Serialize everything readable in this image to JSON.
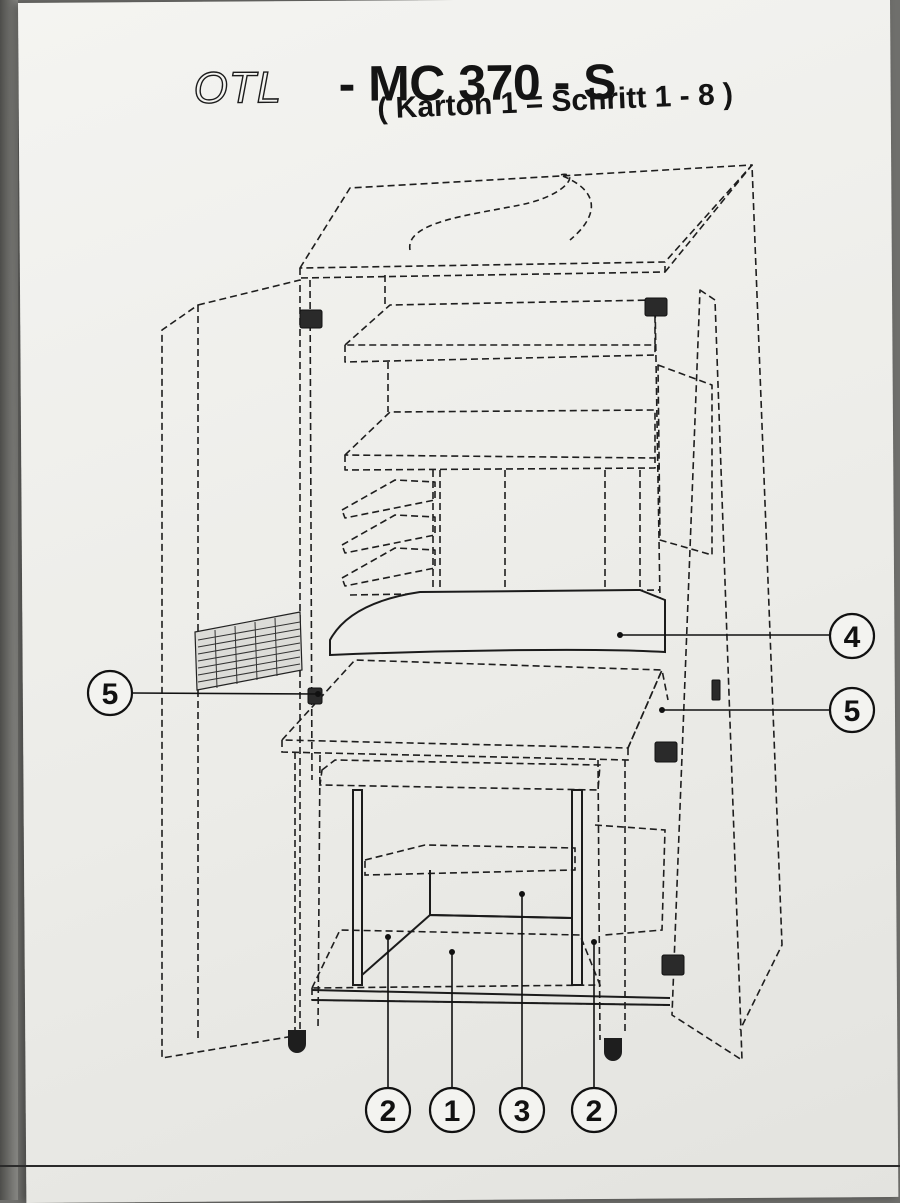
{
  "header": {
    "brand": "OTL",
    "model": "- MC 370 - S",
    "subtitle": "( Karton 1 = Schritt 1 - 8 )"
  },
  "callouts": [
    {
      "id": "c4",
      "label": "4"
    },
    {
      "id": "c5-left",
      "label": "5"
    },
    {
      "id": "c5-right",
      "label": "5"
    },
    {
      "id": "c2-left",
      "label": "2"
    },
    {
      "id": "c1",
      "label": "1"
    },
    {
      "id": "c3",
      "label": "3"
    },
    {
      "id": "c2-right",
      "label": "2"
    }
  ]
}
